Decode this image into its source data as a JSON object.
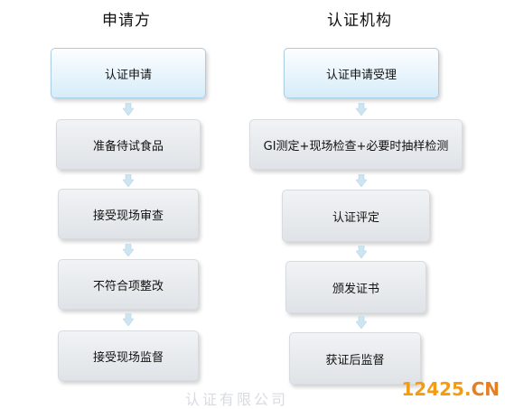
{
  "left": {
    "title": "申请方",
    "steps": [
      "认证申请",
      "准备待试食品",
      "接受现场审查",
      "不符合项整改",
      "接受现场监督"
    ]
  },
  "right": {
    "title": "认证机构",
    "steps": [
      "认证申请受理",
      "GI测定+现场检查+必要时抽样检测",
      "认证评定",
      "颁发证书",
      "获证后监督"
    ]
  },
  "watermark": "认证有限公司",
  "logo": {
    "number": "12425",
    "dot": ".",
    "suffix": "CN"
  },
  "colors": {
    "top_box": "#d6ecf8",
    "box": "#e2e5e9",
    "arrow": "#c9e3f2"
  }
}
